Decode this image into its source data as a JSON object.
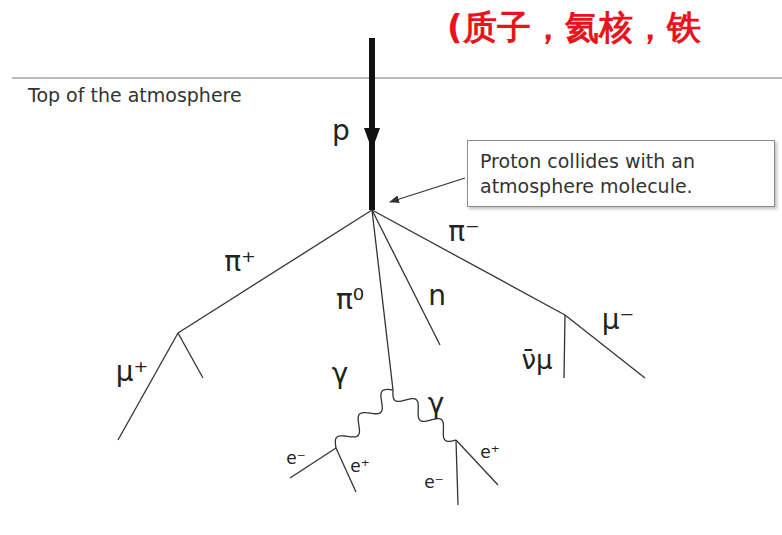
{
  "diagram": {
    "nodes": [
      {
        "text": [
          "Proton collides with an atmosphere molecule."
        ]
      }
    ],
    "labels": [
      "(质子，氦核，铁",
      "Top of the atmosphere",
      "p",
      "π⁺",
      "π⁻",
      "π⁰",
      "n",
      "μ⁺",
      "γ",
      "γ",
      "ν̄μ",
      "μ⁻",
      "e⁻",
      "e⁺",
      "e⁻",
      "e⁺"
    ]
  }
}
